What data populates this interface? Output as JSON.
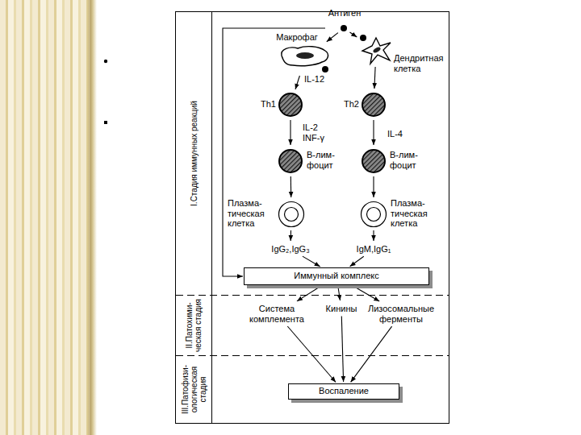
{
  "diagram": {
    "nodes": [
      {
        "text": [
          "Антиген"
        ]
      },
      {
        "text": [
          "Макрофаг"
        ]
      },
      {
        "text": [
          "Дендритная клетка"
        ]
      },
      {
        "text": [
          "Th1"
        ]
      },
      {
        "text": [
          "Th2"
        ]
      },
      {
        "text": [
          "В-лим- фоцит"
        ]
      },
      {
        "text": [
          "В-лим- фоцит"
        ]
      },
      {
        "text": [
          "Плазма- тическая клетка"
        ]
      },
      {
        "text": [
          "Плазма- тическая клетка"
        ]
      },
      {
        "text": [
          "IgG₂,IgG₃"
        ]
      },
      {
        "text": [
          "IgM,IgG₁"
        ]
      },
      {
        "text": [
          "Иммунный комплекс"
        ]
      },
      {
        "text": [
          "Система комплемента"
        ]
      },
      {
        "text": [
          "Кинины"
        ]
      },
      {
        "text": [
          "Лизосомальные ферменты"
        ]
      },
      {
        "text": [
          "Воспаление"
        ]
      }
    ],
    "edges": [
      {
        "from": 0,
        "to": 1,
        "arrow": "to"
      },
      {
        "from": 0,
        "to": 2,
        "arrow": "to"
      },
      {
        "from": 1,
        "to": 3,
        "label": "IL-12",
        "arrow": "to"
      },
      {
        "from": 2,
        "to": 4,
        "arrow": "to"
      },
      {
        "from": 3,
        "to": 5,
        "label": "IL-2 INF-γ",
        "arrow": "to"
      },
      {
        "from": 4,
        "to": 6,
        "label": "IL-4",
        "arrow": "to"
      },
      {
        "from": 5,
        "to": 7,
        "arrow": "to"
      },
      {
        "from": 6,
        "to": 8,
        "arrow": "to"
      },
      {
        "from": 7,
        "to": 9,
        "arrow": "to"
      },
      {
        "from": 8,
        "to": 10,
        "arrow": "to"
      },
      {
        "from": 9,
        "to": 11,
        "arrow": "to"
      },
      {
        "from": 10,
        "to": 11,
        "arrow": "to"
      },
      {
        "from": 0,
        "to": 11,
        "arrow": "to"
      },
      {
        "from": 11,
        "to": 12,
        "arrow": "to"
      },
      {
        "from": 11,
        "to": 13,
        "arrow": "to"
      },
      {
        "from": 11,
        "to": 14,
        "arrow": "to"
      },
      {
        "from": 12,
        "to": 15,
        "arrow": "to"
      },
      {
        "from": 13,
        "to": 15,
        "arrow": "to"
      },
      {
        "from": 14,
        "to": 15,
        "arrow": "to"
      }
    ],
    "labels": [
      "I.Стадия иммунных реакций",
      "II.Патохими- ческая стадия",
      "III.Патофизи- ологическая стадия"
    ]
  }
}
